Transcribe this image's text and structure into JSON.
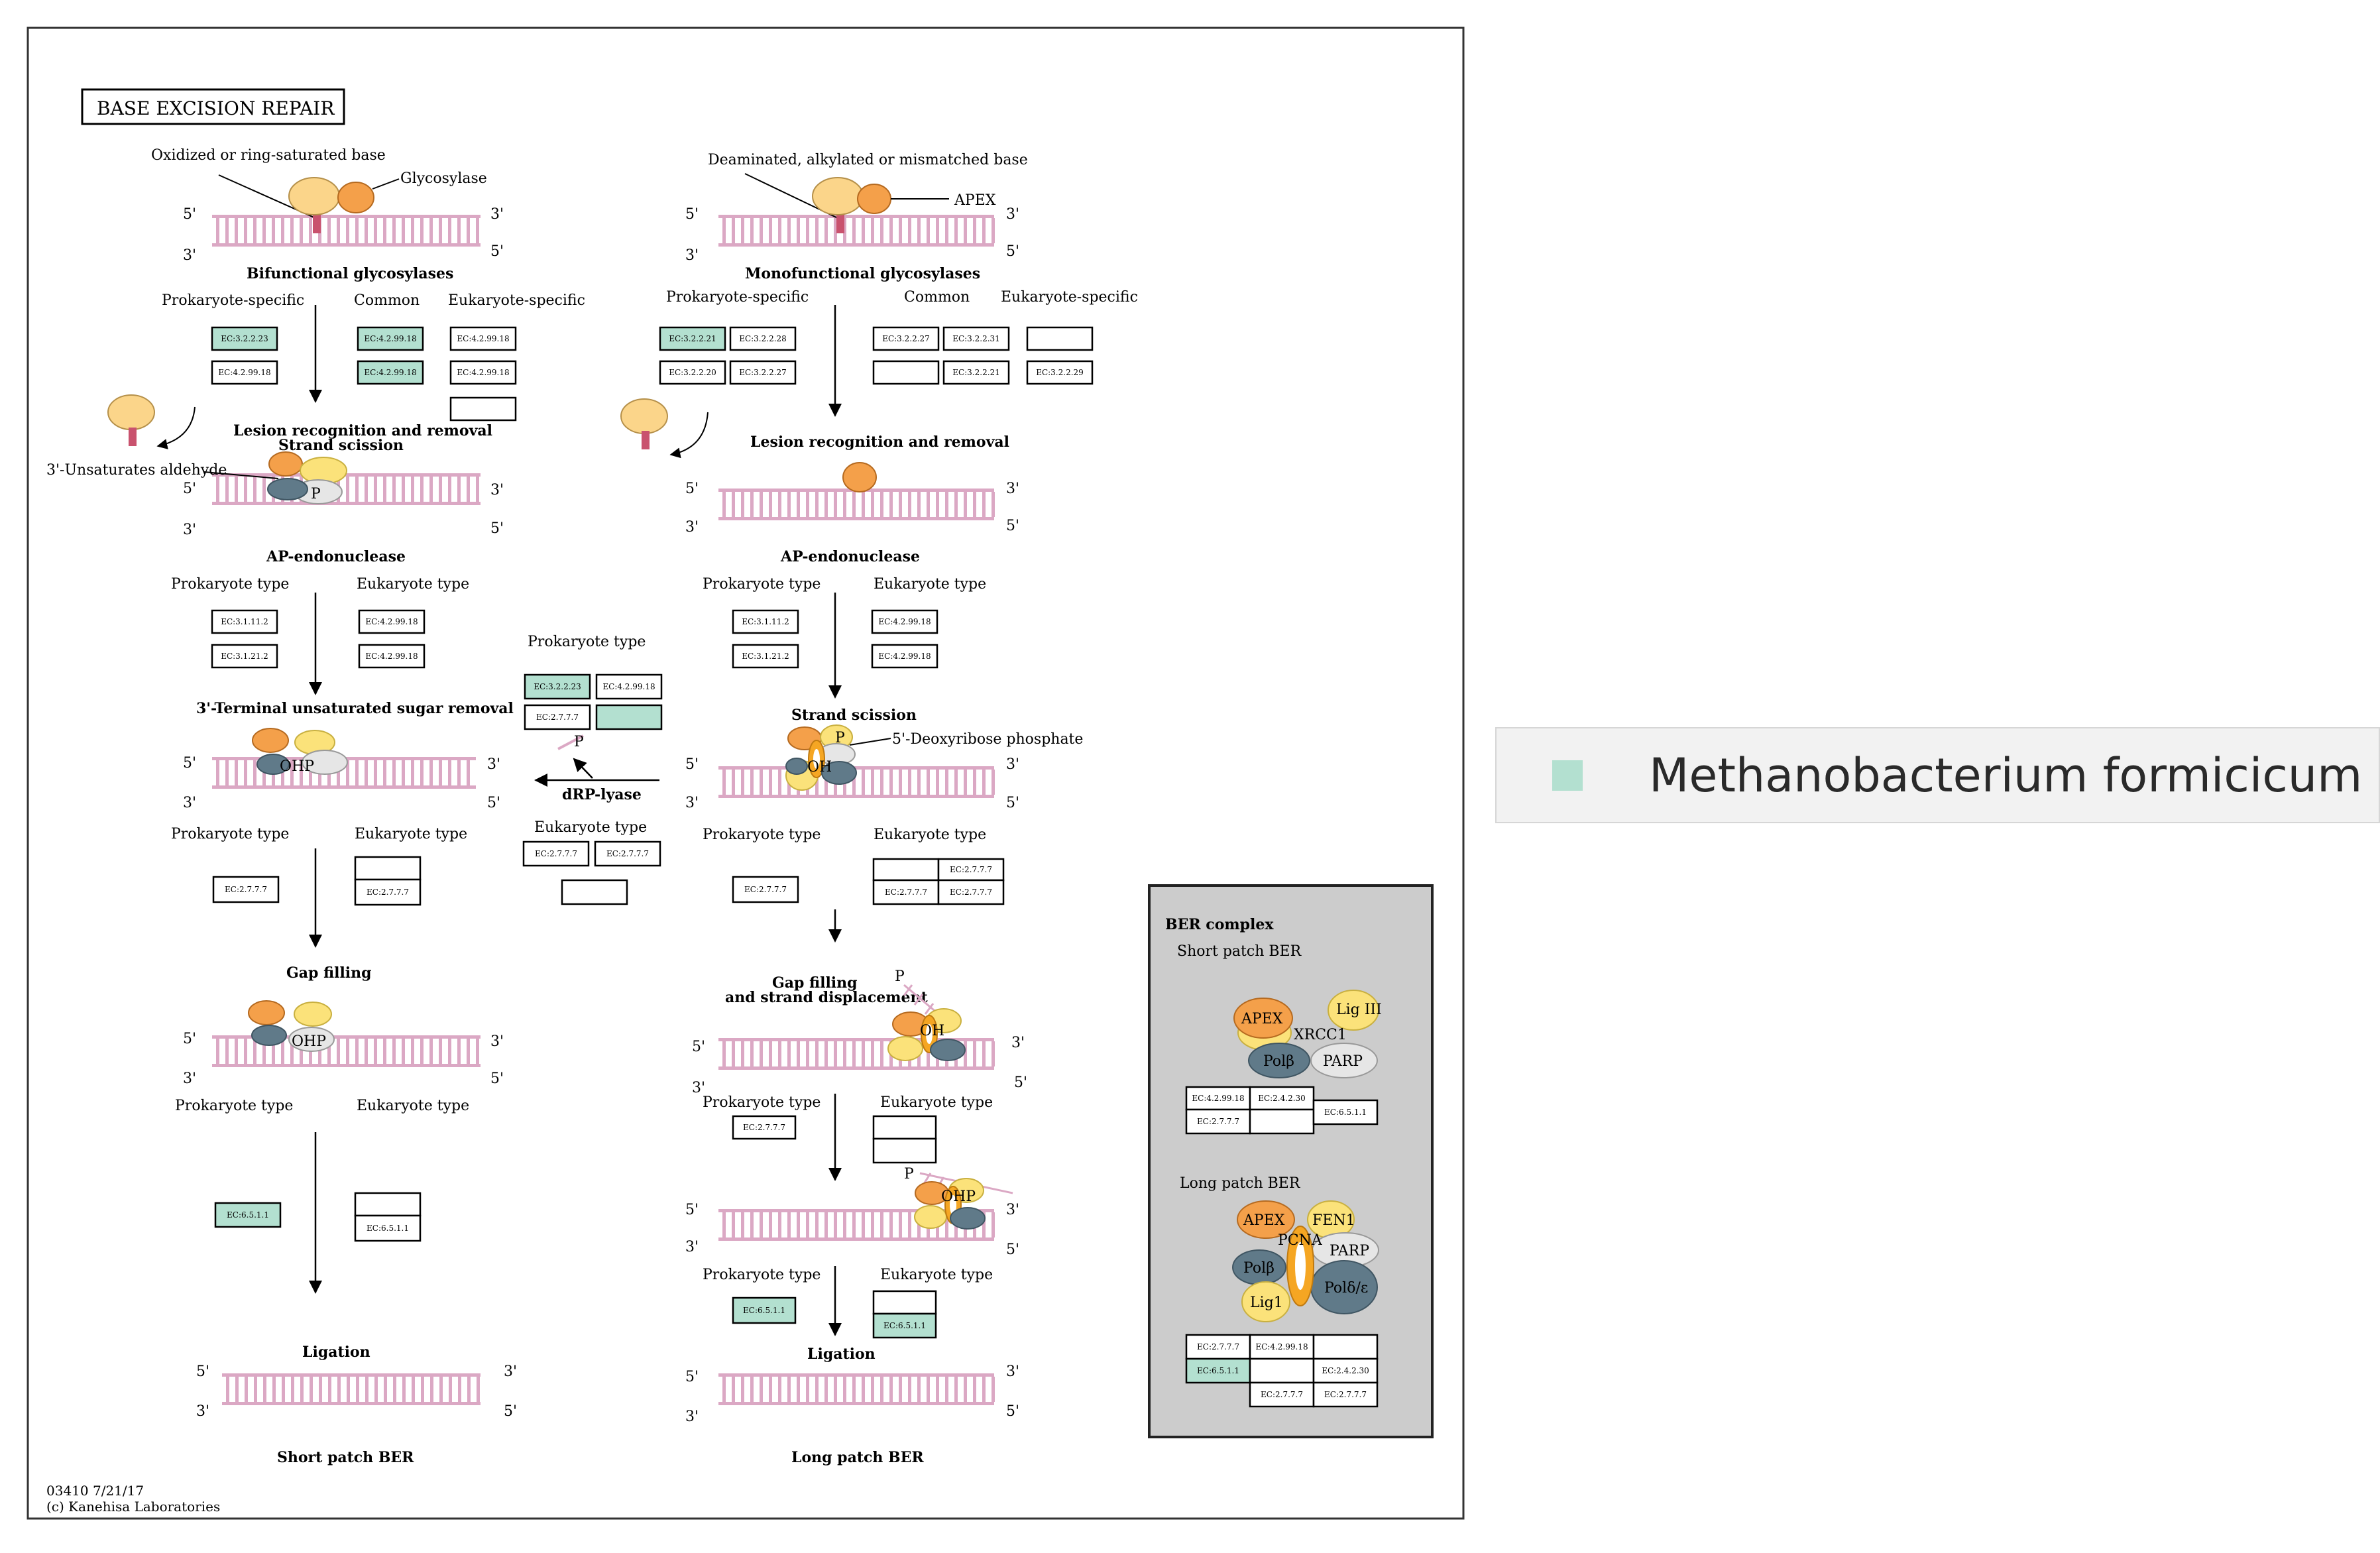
{
  "title": "BASE EXCISION REPAIR",
  "colors": {
    "strand": "#dba8c4",
    "base_lesion": "#c9526e",
    "glycosylase": "#fbd58a",
    "orange": "#f4a04a",
    "yellow": "#fbe27a",
    "slate": "#607a89",
    "light_gray": "#e6e6e6",
    "highlight": "#b3e0d0",
    "complex_bg": "#cccccc"
  },
  "left": {
    "base_label": "Oxidized or ring-saturated base",
    "enzyme_label": "Glycosylase",
    "step1_title": "Bifunctional glycosylases",
    "col_prok": "Prokaryote-specific",
    "col_common": "Common",
    "col_euk": "Eukaryote-specific",
    "ec_prok_1": "EC:3.2.2.23",
    "ec_prok_2": "EC:4.2.99.18",
    "ec_common_1": "EC:4.2.99.18",
    "ec_common_2": "EC:4.2.99.18",
    "ec_euk_1": "EC:4.2.99.18",
    "ec_euk_2": "EC:4.2.99.18",
    "step2_title_a": "Lesion recognition and removal",
    "step2_title_b": "Strand scission",
    "aldehyde_label": "3'-Unsaturates aldehyde",
    "p_label": "P",
    "ap_title": "AP-endonuclease",
    "prok_type": "Prokaryote type",
    "euk_type": "Eukaryote type",
    "ap_prok_1": "EC:3.1.11.2",
    "ap_prok_2": "EC:3.1.21.2",
    "ap_euk_1": "EC:4.2.99.18",
    "ap_euk_2": "EC:4.2.99.18",
    "sugar_title": "3'-Terminal unsaturated sugar removal",
    "ohp_label": "OHP",
    "sugar_prok": "EC:2.7.7.7",
    "sugar_euk": "EC:2.7.7.7",
    "gap_title": "Gap filling",
    "lig_prok": "EC:6.5.1.1",
    "lig_euk": "EC:6.5.1.1",
    "ligation_title": "Ligation",
    "bottom_label": "Short patch BER"
  },
  "middle": {
    "prok_type": "Prokaryote type",
    "ec_1": "EC:3.2.2.23",
    "ec_2": "EC:4.2.99.18",
    "ec_3": "EC:2.7.7.7",
    "drp_title": "dRP-lyase",
    "p_label": "P",
    "euk_type": "Eukaryote type",
    "euk_ec_1": "EC:2.7.7.7",
    "euk_ec_2": "EC:2.7.7.7"
  },
  "right": {
    "base_label": "Deaminated, alkylated or mismatched base",
    "enzyme_label": "APEX",
    "step1_title": "Monofunctional glycosylases",
    "col_prok": "Prokaryote-specific",
    "col_common": "Common",
    "col_euk": "Eukaryote-specific",
    "ec_prok_1": "EC:3.2.2.21",
    "ec_prok_2": "EC:3.2.2.28",
    "ec_prok_3": "EC:3.2.2.20",
    "ec_prok_4": "EC:3.2.2.27",
    "ec_common_1": "EC:3.2.2.27",
    "ec_common_2": "EC:3.2.2.31",
    "ec_common_3": "EC:3.2.2.21",
    "ec_euk_1": "EC:3.2.2.29",
    "lesion_title": "Lesion recognition and removal",
    "ap_title": "AP-endonuclease",
    "prok_type": "Prokaryote type",
    "euk_type": "Eukaryote type",
    "ap_prok_1": "EC:3.1.11.2",
    "ap_prok_2": "EC:3.1.21.2",
    "ap_euk_1": "EC:4.2.99.18",
    "ap_euk_2": "EC:4.2.99.18",
    "scission_title": "Strand scission",
    "deoxy_label": "5'-Deoxyribose phosphate",
    "oh_label": "OH",
    "p_label": "P",
    "sc_prok": "EC:2.7.7.7",
    "sc_euk_1": "EC:2.7.7.7",
    "sc_euk_2": "EC:2.7.7.7",
    "sc_euk_3": "EC:2.7.7.7",
    "gap_title_a": "Gap filling",
    "gap_title_b": "and strand displacement",
    "gap_prok": "EC:2.7.7.7",
    "ohp_label": "OHP",
    "lig_prok": "EC:6.5.1.1",
    "lig_euk": "EC:6.5.1.1",
    "ligation_title": "Ligation",
    "bottom_label": "Long patch BER"
  },
  "complex": {
    "title": "BER complex",
    "short_title": "Short patch BER",
    "long_title": "Long patch BER",
    "apex": "APEX",
    "lig3": "Lig III",
    "xrcc1": "XRCC1",
    "polb": "Polβ",
    "parp": "PARP",
    "fen1": "FEN1",
    "pcna": "PCNA",
    "lig1": "Lig1",
    "pold": "Polδ/ε",
    "s_ec_1": "EC:4.2.99.18",
    "s_ec_2": "EC:2.4.2.30",
    "s_ec_3": "EC:2.7.7.7",
    "s_ec_4": "EC:6.5.1.1",
    "l_ec_1": "EC:2.7.7.7",
    "l_ec_2": "EC:4.2.99.18",
    "l_ec_3": "EC:6.5.1.1",
    "l_ec_4": "EC:2.4.2.30",
    "l_ec_5": "EC:2.7.7.7",
    "l_ec_6": "EC:2.7.7.7"
  },
  "footer": {
    "id_line": "03410 7/21/17",
    "copyright": "(c) Kanehisa Laboratories"
  },
  "prime5": "5'",
  "prime3": "3'",
  "legend": {
    "label": "Methanobacterium formicicum",
    "color": "#b3e0d0"
  }
}
